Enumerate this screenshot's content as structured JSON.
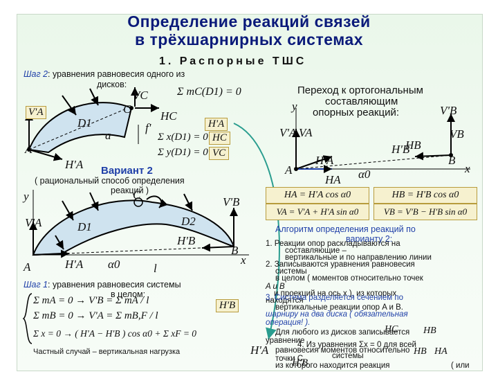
{
  "title": {
    "line1": "Определение реакций связей",
    "line2": "в трёхшарнирных системах"
  },
  "subtitle": "1. Распорные ТШС",
  "left": {
    "step2_prefix": "Шаг 2",
    "step2_text": ": уравнения равновесия одного из",
    "step2_text2": "дисков:",
    "labels_top": {
      "VC": "VC",
      "C": "C",
      "HC": "HC",
      "D1": "D1",
      "VA": "V'A",
      "A": "A",
      "HA": "H'A",
      "a": "a",
      "f": "f'",
      "HA_box": "H'A",
      "HC2": "HC",
      "VC2": "VC"
    },
    "sum_mc": "Σ mC(D1) = 0",
    "sum_x": "Σ x(D1) = 0",
    "sum_y": "Σ y(D1) = 0",
    "variant": "Вариант 2",
    "variant_note": "( рациональный способ определения",
    "variant_note2": "реакций )",
    "labels_bottom": {
      "y": "y",
      "C": "C",
      "VB": "V'B",
      "VA": "V'A",
      "D1": "D1",
      "D2": "D2",
      "HB": "H'B",
      "B": "B",
      "x": "x",
      "A": "A",
      "HA": "H'A",
      "alpha": "α0",
      "l": "l"
    },
    "step1_prefix": "Шаг 1",
    "step1_text": ": уравнения равновесия системы",
    "step1_text2": "в целом:",
    "system_eqs": [
      "Σ mA = 0   →   V'B = Σ mA / l",
      "Σ mB = 0   →   V'A = Σ mB,F / l",
      "Σ x = 0   →   ( H'A − H'B ) cos α0 + Σ xF = 0"
    ],
    "hb_box": "H'B",
    "footnote": "Частный случай – вертикальная нагрузка"
  },
  "right": {
    "transition": "Переход к ортогональным",
    "transition2": "составляющим",
    "transition3": "опорных реакций:",
    "labels": {
      "y": "y",
      "VA_prime": "V'A",
      "VA": "VA",
      "A": "A",
      "HA_prime": "H'A",
      "HA": "HA",
      "alpha": "α0",
      "VB_prime": "V'B",
      "VB": "VB",
      "HB_prime": "H'B",
      "HB": "HB",
      "B": "B",
      "x": "x"
    },
    "formulas": [
      "HA = H'A cos α0",
      "HB = H'B cos α0",
      "VA = V'A + H'A sin α0",
      "VB = V'B − H'B sin α0"
    ],
    "algo_title": "Алгоритм определения реакций по",
    "algo_title2": "варианту 2:",
    "algo_items": [
      "1. Реакции опор раскладываются на",
      "составляющие –",
      "вертикальные и по направлению линии",
      "2. Записываются уравнения равновесия",
      "системы",
      "в целом ( моментов относительно точек",
      "A и B",
      "и проекций на ось x ), из которых",
      "находятся",
      "вертикальные реакции опор A и B.",
      "3. Система разделяется сечением по",
      "шарниру на два диска ( обязательная",
      "операция! ).",
      "Для любого из дисков записывается",
      "уравнение",
      "4. Из уравнения Σx = 0 для всей",
      "равновесия моментов относительно",
      "системы",
      "точки C,",
      "из которого находится реакция",
      "( или"
    ],
    "bottom_tokens": [
      "HC",
      "HB",
      "HB",
      "HA",
      "H'A",
      "H'B"
    ]
  },
  "colors": {
    "title": "#0a1a7a",
    "accent": "#1f3fa8",
    "box": "#f6f1cf",
    "disk": "#cfe3ef",
    "arrow_teal": "#2a9d8f"
  }
}
